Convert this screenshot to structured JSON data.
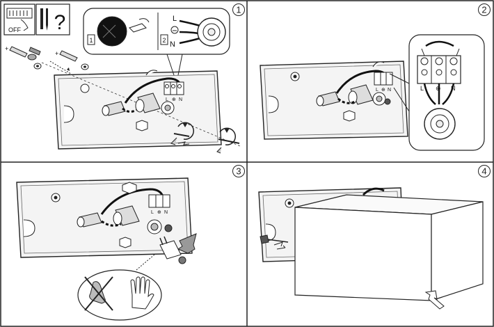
{
  "panels": [
    {
      "step": "1",
      "top_left_switch_label": "OFF",
      "tools_symbol": "?",
      "inset_box_1_label": "1",
      "inset_box_2_label": "2",
      "wire_L_label": "L",
      "wire_N_label": "N",
      "terminal_labels": [
        "L",
        "⊕",
        "N"
      ]
    },
    {
      "step": "2",
      "terminal_labels": [
        "L",
        "⊕",
        "N"
      ],
      "inset_terminal_labels": [
        "L",
        "⊕",
        "N"
      ]
    },
    {
      "step": "3",
      "terminal_labels": [
        "L",
        "⊕",
        "N"
      ]
    },
    {
      "step": "4"
    }
  ],
  "icons": {
    "power-off": "switch-off-icon",
    "tools": "drill-screwdriver-icon",
    "no-bare-hand": "crossed-hand-icon",
    "glove": "glove-icon",
    "earth": "ground-icon"
  }
}
